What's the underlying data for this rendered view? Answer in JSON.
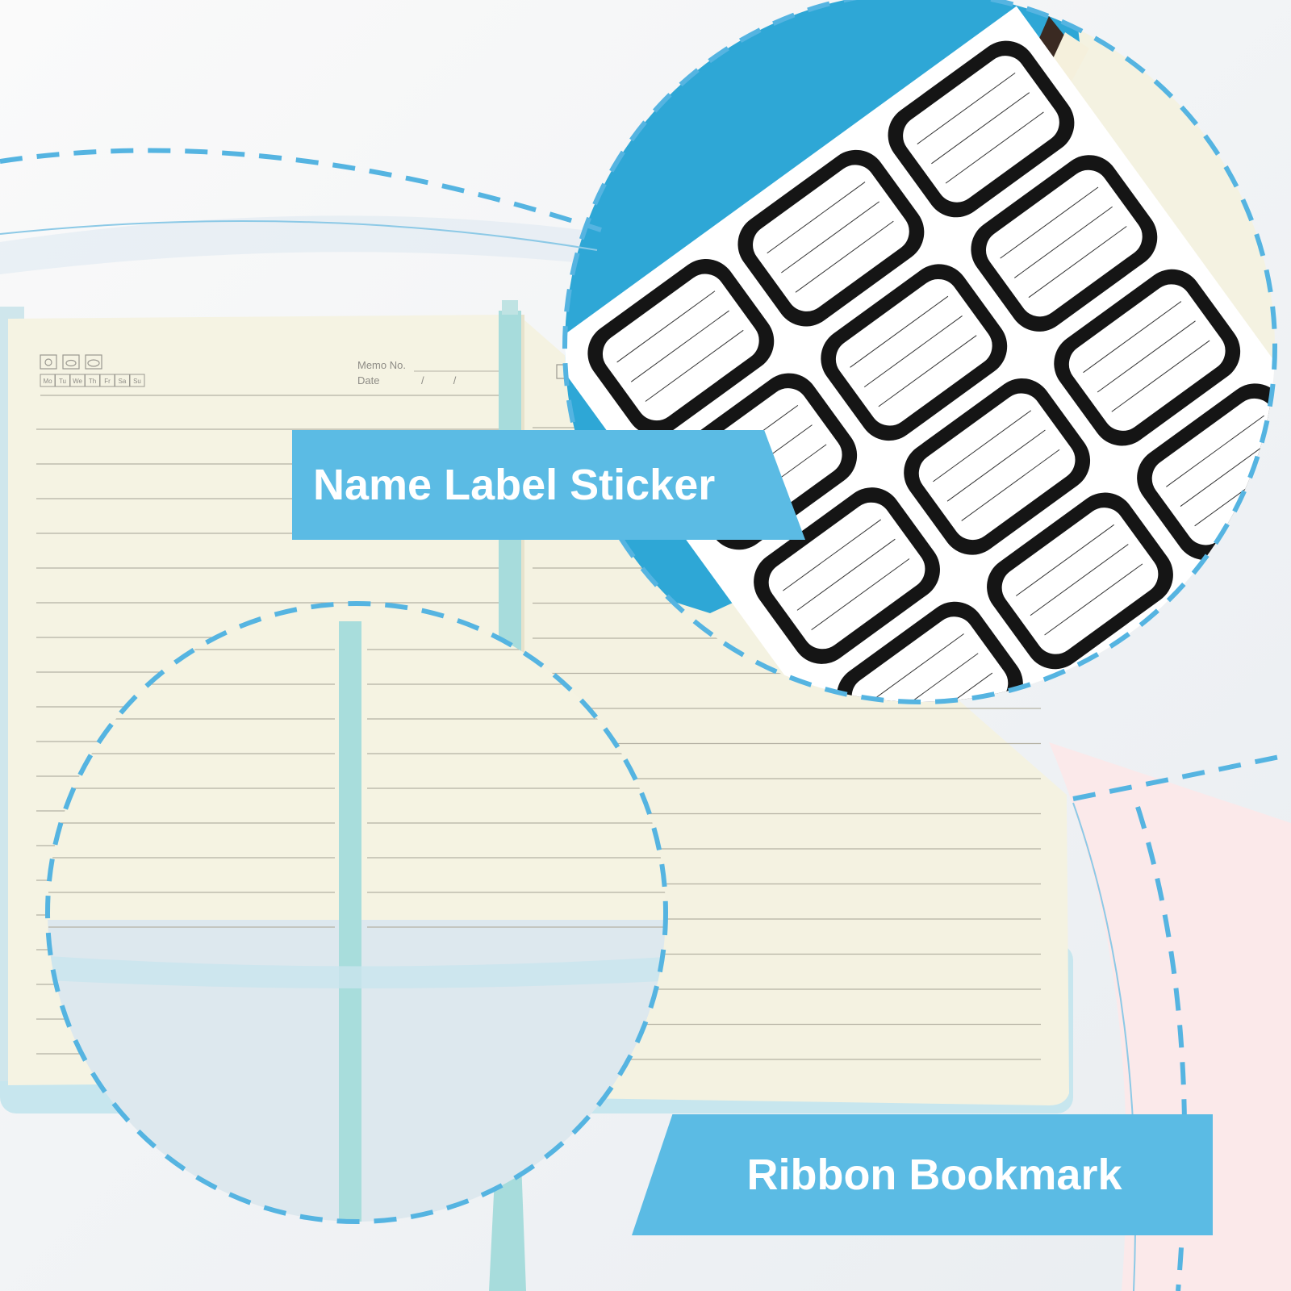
{
  "banners": {
    "sticker": "Name Label Sticker",
    "bookmark": "Ribbon Bookmark"
  },
  "notebook": {
    "memo_label": "Memo No.",
    "date_label": "Date",
    "date_separators": "/          /",
    "weekdays": [
      "Mo",
      "Tu",
      "We",
      "Th",
      "Fr",
      "Sa",
      "Su"
    ],
    "weather_icons": [
      "sun-icon",
      "cloud-sun-icon",
      "cloud-icon"
    ]
  },
  "colors": {
    "accent": "#5bbbe4",
    "cover": "#2da8d6",
    "paper": "#f6f4e6",
    "ribbon": "#a7dcdc",
    "label_border": "#151515"
  }
}
